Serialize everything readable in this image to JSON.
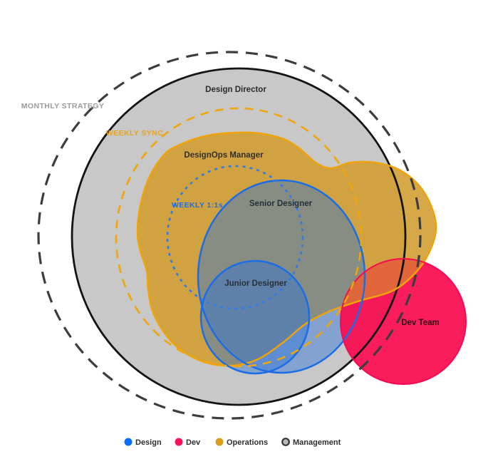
{
  "diagram": {
    "name": "design-team-meeting-cadence-venn",
    "background": "#ffffff"
  },
  "rings": [
    {
      "id": "monthly-strategy",
      "label": "MONTHLY STRATEGY",
      "style": "dashed",
      "line_color": "#3d3d3d",
      "label_color": "#9b9b9b"
    },
    {
      "id": "weekly-sync",
      "label": "WEEKLY SYNC",
      "style": "dashed",
      "line_color": "#f0a50a",
      "label_color": "#e9a41b"
    },
    {
      "id": "weekly-1-1s",
      "label": "WEEKLY 1:1s",
      "style": "dotted",
      "line_color": "#2e7be8",
      "label_color": "#1b6fe8"
    }
  ],
  "nodes": [
    {
      "id": "design-director",
      "label": "Design Director",
      "category": "Management",
      "fill": "#c8c8c8",
      "stroke": "#141414",
      "label_color": "#2b2b2b"
    },
    {
      "id": "designops-manager",
      "label": "DesignOps Manager",
      "category": "Operations",
      "fill": "#d29c2e",
      "stroke": "#efa30b",
      "label_color": "#33302a"
    },
    {
      "id": "senior-designer",
      "label": "Senior Designer",
      "category": "Design",
      "fill": "#2e74d8",
      "stroke": "#1a6de5",
      "label_color": "#272f38"
    },
    {
      "id": "junior-designer",
      "label": "Junior Designer",
      "category": "Design",
      "fill": "#2e74d8",
      "stroke": "#1a6de5",
      "label_color": "#272f38"
    },
    {
      "id": "dev-team",
      "label": "Dev Team",
      "category": "Dev",
      "fill": "#fa0a50",
      "stroke": "#f9094e",
      "label_color": "#330811"
    }
  ],
  "legend": {
    "text_color": "#2f2f2f",
    "items": [
      {
        "label": "Design",
        "color": "#0a6cfa",
        "ring_color": "#0a6cfa"
      },
      {
        "label": "Dev",
        "color": "#f9145a",
        "ring_color": "#f9145a"
      },
      {
        "label": "Operations",
        "color": "#d99f1c",
        "ring_color": "#d99f1c"
      },
      {
        "label": "Management",
        "color": "#b9b9b9",
        "ring_color": "#323232"
      }
    ]
  }
}
